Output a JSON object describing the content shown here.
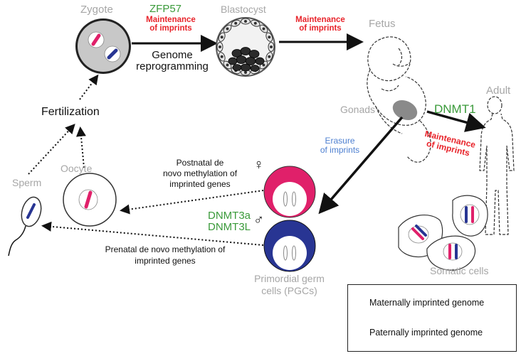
{
  "stages": {
    "zygote": "Zygote",
    "blastocyst": "Blastocyst",
    "fetus": "Fetus",
    "adult": "Adult",
    "gonads": "Gonads",
    "sperm": "Sperm",
    "oocyte": "Oocyte",
    "fertilization": "Fertilization",
    "pgc_line1": "Primordial germ",
    "pgc_line2": "cells (PGCs)",
    "somatic": "Somatic cells"
  },
  "factors": {
    "zfp57": "ZFP57",
    "dnmt1": "DNMT1",
    "dnmt3a": "DNMT3a",
    "dnmt3l": "DNMT3L"
  },
  "processes": {
    "maint_zygote_1": "Maintenance",
    "maint_zygote_2": "of imprints",
    "genome_reprog_1": "Genome",
    "genome_reprog_2": "reprogramming",
    "maint_fetus_1": "Maintenance",
    "maint_fetus_2": "of imprints",
    "maint_adult_1": "Maintenance",
    "maint_adult_2": "of imprints",
    "erasure_1": "Erasure",
    "erasure_2": "of imprints",
    "postnatal_1": "Postnatal de",
    "postnatal_2": "novo methylation of",
    "postnatal_3": "imprinted genes",
    "prenatal_1": "Prenatal de novo methylation of",
    "prenatal_2": "imprinted genes"
  },
  "symbols": {
    "female": "♀",
    "male": "♂"
  },
  "legend": {
    "maternal": "Maternally imprinted genome",
    "paternal": "Paternally imprinted genome"
  },
  "colors": {
    "maternal": "#e0206a",
    "paternal": "#283593",
    "label_grey": "#a6a6a6",
    "maintenance_red": "#e8242b",
    "factor_green": "#3a9a3a",
    "erasure_blue": "#4d7fd0"
  }
}
